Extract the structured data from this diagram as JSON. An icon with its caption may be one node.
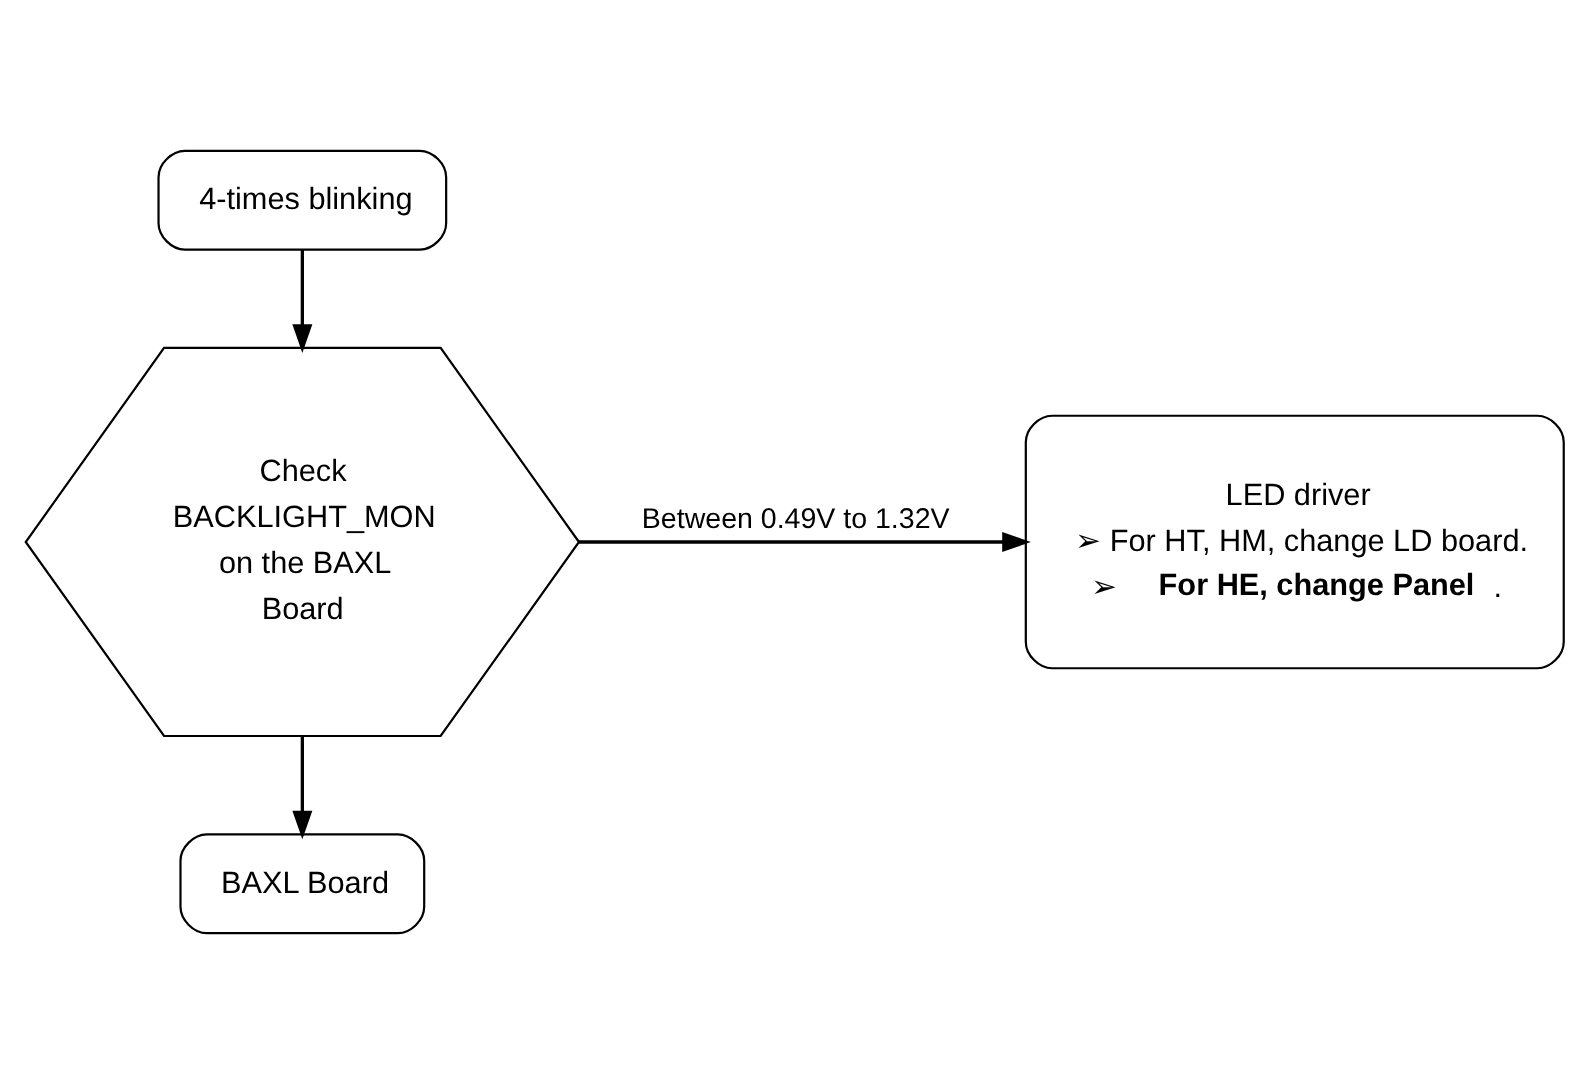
{
  "diagram": {
    "nodes": [
      {
        "text": [
          "4-times blinking"
        ]
      },
      {
        "text": [
          "Check BACKLIGHT_MON on the BAXL Board"
        ]
      },
      {
        "text": [
          "LED driver",
          "➢ For HT, HM, change LD board.",
          "➢ **For HE, change Panel**."
        ]
      },
      {
        "text": [
          "BAXL Board"
        ]
      }
    ],
    "edges": [
      {
        "from": 0,
        "to": 1,
        "arrow": "to"
      },
      {
        "from": 1,
        "to": 2,
        "arrow": "to",
        "label": "Between 0.49V to 1.32V"
      },
      {
        "from": 1,
        "to": 3,
        "arrow": "to"
      }
    ]
  }
}
